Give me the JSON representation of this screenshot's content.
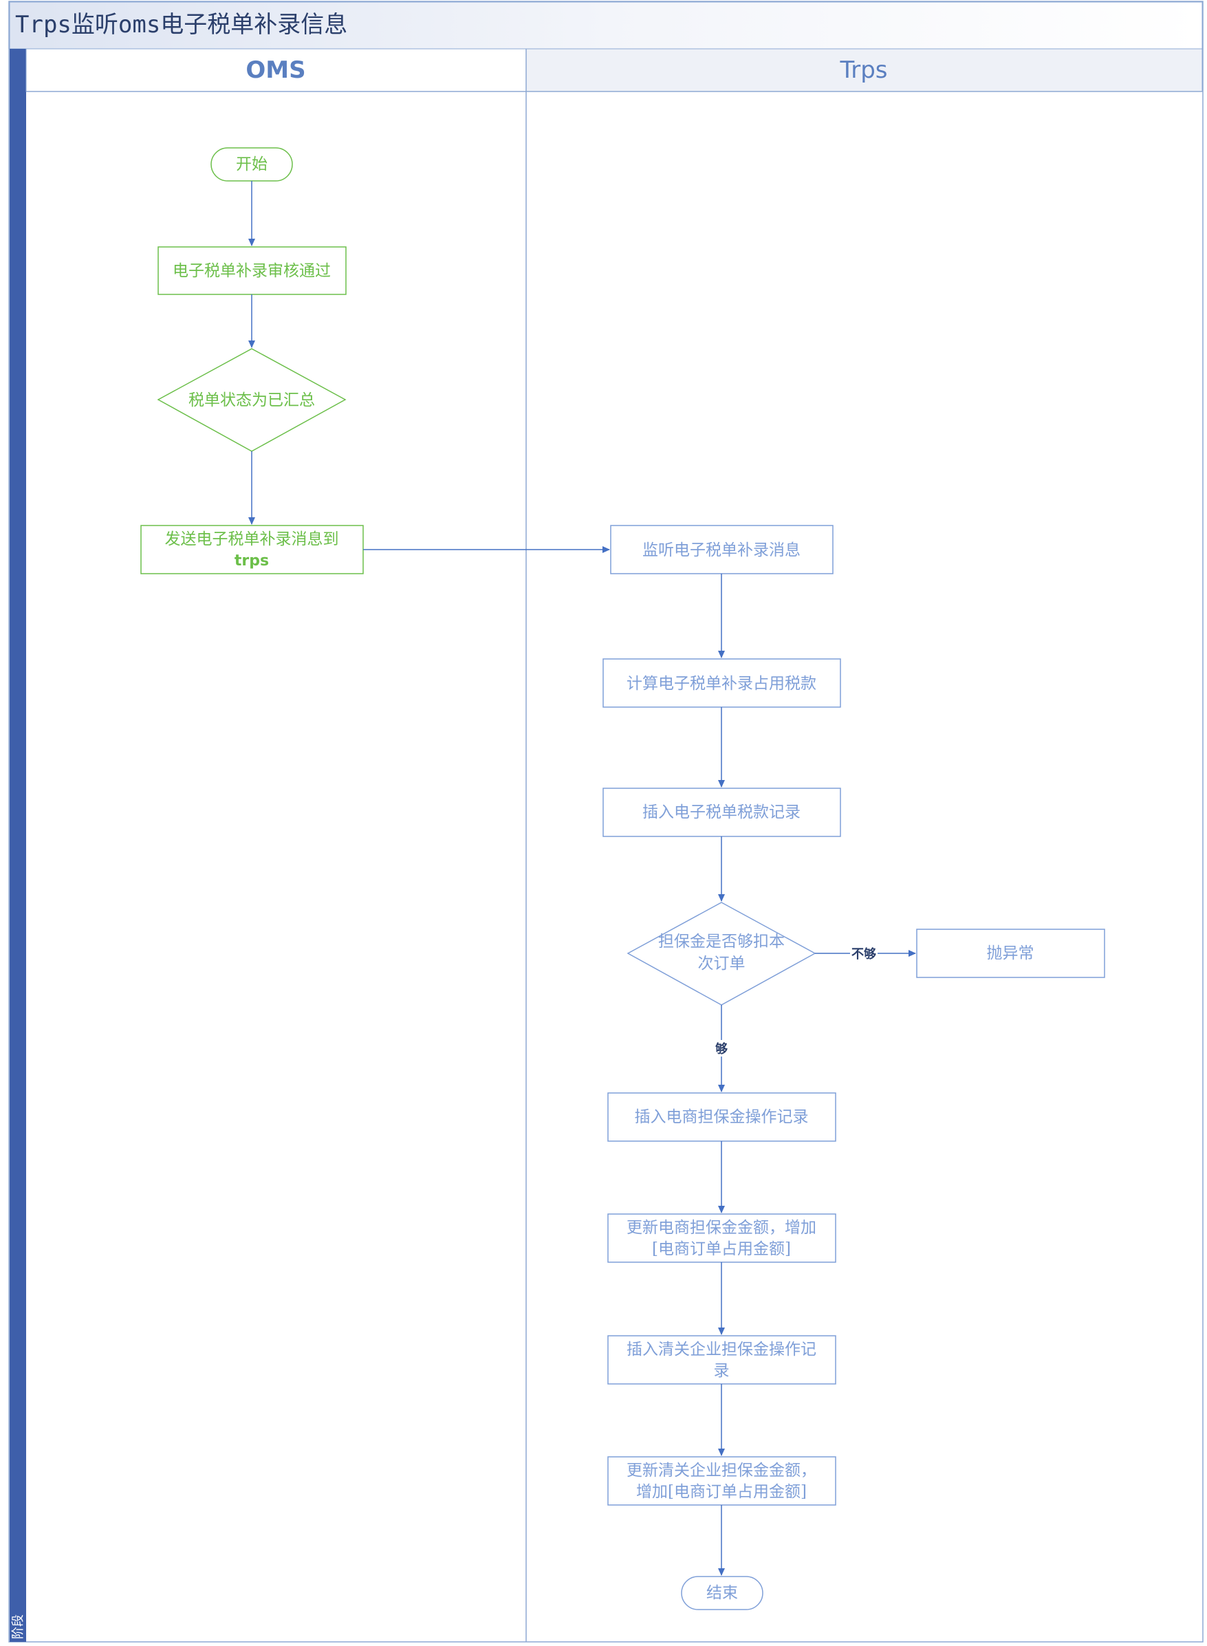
{
  "title": "Trps监听oms电子税单补录信息",
  "stage_label": "阶段",
  "colors": {
    "frame_blue": "#3e5faa",
    "border_blue": "#8da9d4",
    "oms_green": "#6cbf4a",
    "trps_blue": "#7f9fd8",
    "arrow_blue": "#4470c4",
    "lane_header_shade": "#eef1f7"
  },
  "lanes": {
    "oms": "OMS",
    "trps": "Trps"
  },
  "oms_nodes": {
    "start": "开始",
    "audit_pass": "电子税单补录审核通过",
    "status_check": "税单状态为已汇总",
    "send_line1": "发送电子税单补录消息到",
    "send_line2": "trps"
  },
  "trps_nodes": {
    "listen": "监听电子税单补录消息",
    "calc": "计算电子税单补录占用税款",
    "insert_tax": "插入电子税单税款记录",
    "decision_line1": "担保金是否够扣本",
    "decision_line2": "次订单",
    "exception": "抛异常",
    "insert_ec_op": "插入电商担保金操作记录",
    "update_ec_line1": "更新电商担保金金额，增加",
    "update_ec_line2": "[电商订单占用金额]",
    "insert_cc_line1": "插入清关企业担保金操作记",
    "insert_cc_line2": "录",
    "update_cc_line1": "更新清关企业担保金金额，",
    "update_cc_line2": "增加[电商订单占用金额]",
    "end": "结束"
  },
  "edge_labels": {
    "not_enough": "不够",
    "enough": "够"
  }
}
